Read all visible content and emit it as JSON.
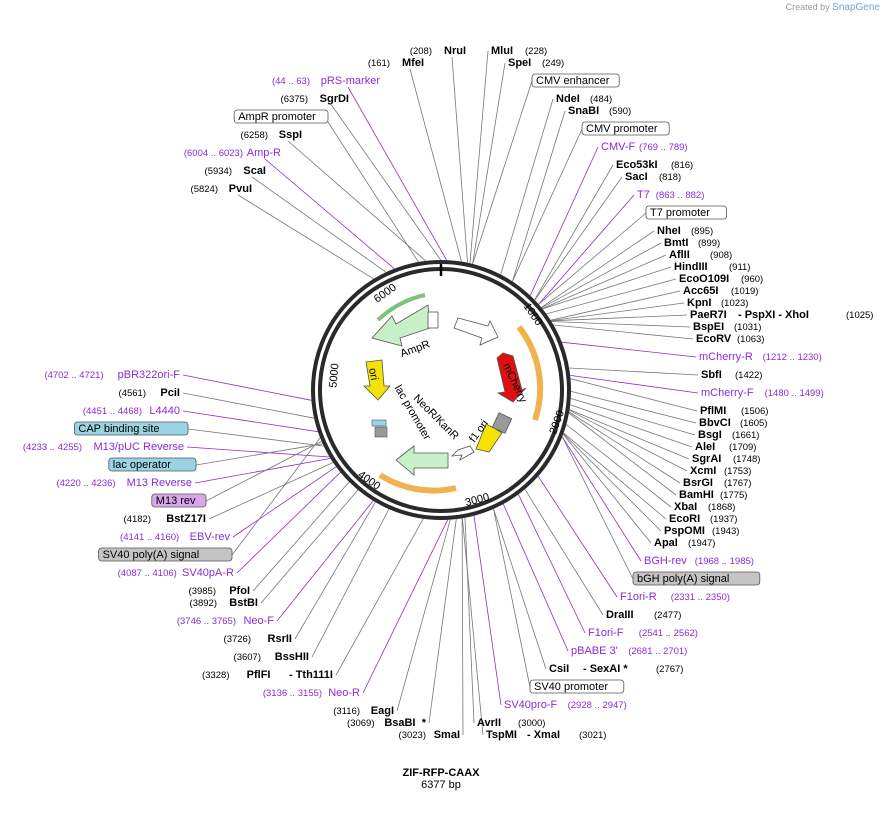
{
  "header": {
    "created_by": "Created by",
    "brand": "SnapGene"
  },
  "plasmid": {
    "name": "ZIF-RFP-CAAX",
    "size_label": "6377 bp",
    "length": 6377
  },
  "colors": {
    "enzyme": "#000000",
    "primer": "#8b2bd6",
    "ring": "#2a2a2a",
    "mcherry": "#e01010",
    "ori": "#f5e200",
    "resistance": "#c8f0c8",
    "promoter": "#ffffff",
    "primer_bind": "#f0a838"
  },
  "ticks": [
    "1000",
    "2000",
    "3000",
    "4000",
    "5000",
    "6000"
  ],
  "left_labels": [
    {
      "pos": "(4702 .. 4721)",
      "name": "pBR322ori-F",
      "kind": "primer"
    },
    {
      "pos": "(4561)",
      "name": "PciI",
      "kind": "enzyme"
    },
    {
      "pos": "(4451 .. 4468)",
      "name": "L4440",
      "kind": "primer"
    },
    {
      "pos": "",
      "name": "CAP binding site",
      "kind": "box-cyan"
    },
    {
      "pos": "(4233 .. 4255)",
      "name": "M13/pUC Reverse",
      "kind": "primer"
    },
    {
      "pos": "",
      "name": "lac operator",
      "kind": "box-cyan"
    },
    {
      "pos": "(4220 .. 4236)",
      "name": "M13 Reverse",
      "kind": "primer"
    },
    {
      "pos": "",
      "name": "M13 rev",
      "kind": "box-purple"
    },
    {
      "pos": "(4182)",
      "name": "BstZ17I",
      "kind": "enzyme"
    },
    {
      "pos": "(4141 .. 4160)",
      "name": "EBV-rev",
      "kind": "primer"
    },
    {
      "pos": "",
      "name": "SV40 poly(A) signal",
      "kind": "box-gray"
    },
    {
      "pos": "(4087 .. 4106)",
      "name": "SV40pA-R",
      "kind": "primer"
    },
    {
      "pos": "(3985)",
      "name": "PfoI",
      "kind": "enzyme"
    },
    {
      "pos": "(3892)",
      "name": "BstBI",
      "kind": "enzyme"
    },
    {
      "pos": "(3746 .. 3765)",
      "name": "Neo-F",
      "kind": "primer"
    },
    {
      "pos": "(3726)",
      "name": "RsrII",
      "kind": "enzyme"
    },
    {
      "pos": "(3607)",
      "name": "BssHII",
      "kind": "enzyme"
    },
    {
      "pos": "(3328)",
      "name": "PflFI",
      "extra": "- Tth111I",
      "kind": "enzyme"
    },
    {
      "pos": "(3136 .. 3155)",
      "name": "Neo-R",
      "kind": "primer"
    },
    {
      "pos": "(3116)",
      "name": "EagI",
      "kind": "enzyme"
    },
    {
      "pos": "(3069)",
      "name": "BsaBI",
      "extra": "*",
      "kind": "enzyme"
    },
    {
      "pos": "(3023)",
      "name": "SmaI",
      "kind": "enzyme"
    }
  ],
  "top_left_labels": [
    {
      "pos": "(208)",
      "name": "NruI",
      "kind": "enzyme"
    },
    {
      "pos": "(161)",
      "name": "MfeI",
      "kind": "enzyme"
    },
    {
      "pos": "(44 .. 63)",
      "name": "pRS-marker",
      "kind": "primer"
    },
    {
      "pos": "(6375)",
      "name": "SgrDI",
      "kind": "enzyme"
    },
    {
      "pos": "",
      "name": "AmpR promoter",
      "kind": "box-white"
    },
    {
      "pos": "(6258)",
      "name": "SspI",
      "kind": "enzyme"
    },
    {
      "pos": "(6004 .. 6023)",
      "name": "Amp-R",
      "kind": "primer"
    },
    {
      "pos": "(5934)",
      "name": "ScaI",
      "kind": "enzyme"
    },
    {
      "pos": "(5824)",
      "name": "PvuI",
      "kind": "enzyme"
    }
  ],
  "right_labels": [
    {
      "name": "MluI",
      "pos": "(228)",
      "kind": "enzyme"
    },
    {
      "name": "SpeI",
      "pos": "(249)",
      "kind": "enzyme"
    },
    {
      "name": "CMV enhancer",
      "pos": "",
      "kind": "box-white"
    },
    {
      "name": "NdeI",
      "pos": "(484)",
      "kind": "enzyme"
    },
    {
      "name": "SnaBI",
      "pos": "(590)",
      "kind": "enzyme"
    },
    {
      "name": "CMV promoter",
      "pos": "",
      "kind": "box-white"
    },
    {
      "name": "CMV-F",
      "pos": "(769 .. 789)",
      "kind": "primer"
    },
    {
      "name": "Eco53kI",
      "pos": "(816)",
      "kind": "enzyme"
    },
    {
      "name": "SacI",
      "pos": "(818)",
      "kind": "enzyme"
    },
    {
      "name": "T7",
      "pos": "(863 .. 882)",
      "kind": "primer"
    },
    {
      "name": "T7 promoter",
      "pos": "",
      "kind": "box-white"
    },
    {
      "name": "NheI",
      "pos": "(895)",
      "kind": "enzyme"
    },
    {
      "name": "BmtI",
      "pos": "(899)",
      "kind": "enzyme"
    },
    {
      "name": "AflII",
      "pos": "(908)",
      "kind": "enzyme"
    },
    {
      "name": "HindIII",
      "pos": "(911)",
      "kind": "enzyme"
    },
    {
      "name": "EcoO109I",
      "pos": "(960)",
      "kind": "enzyme"
    },
    {
      "name": "Acc65I",
      "pos": "(1019)",
      "kind": "enzyme"
    },
    {
      "name": "KpnI",
      "pos": "(1023)",
      "kind": "enzyme"
    },
    {
      "name": "PaeR7I",
      "extra": "- PspXI - XhoI",
      "pos": "(1025)",
      "kind": "enzyme"
    },
    {
      "name": "BspEI",
      "pos": "(1031)",
      "kind": "enzyme"
    },
    {
      "name": "EcoRV",
      "pos": "(1063)",
      "kind": "enzyme"
    },
    {
      "name": "mCherry-R",
      "pos": "(1212 .. 1230)",
      "kind": "primer"
    },
    {
      "name": "SbfI",
      "pos": "(1422)",
      "kind": "enzyme"
    },
    {
      "name": "mCherry-F",
      "pos": "(1480 .. 1499)",
      "kind": "primer"
    },
    {
      "name": "PflMI",
      "pos": "(1506)",
      "kind": "enzyme"
    },
    {
      "name": "BbvCI",
      "pos": "(1605)",
      "kind": "enzyme"
    },
    {
      "name": "BsgI",
      "pos": "(1661)",
      "kind": "enzyme"
    },
    {
      "name": "AleI",
      "pos": "(1709)",
      "kind": "enzyme"
    },
    {
      "name": "SgrAI",
      "pos": "(1748)",
      "kind": "enzyme"
    },
    {
      "name": "XcmI",
      "pos": "(1753)",
      "kind": "enzyme"
    },
    {
      "name": "BsrGI",
      "pos": "(1767)",
      "kind": "enzyme"
    },
    {
      "name": "BamHI",
      "pos": "(1775)",
      "kind": "enzyme"
    },
    {
      "name": "XbaI",
      "pos": "(1868)",
      "kind": "enzyme"
    },
    {
      "name": "EcoRI",
      "pos": "(1937)",
      "kind": "enzyme"
    },
    {
      "name": "PspOMI",
      "pos": "(1943)",
      "kind": "enzyme"
    },
    {
      "name": "ApaI",
      "pos": "(1947)",
      "kind": "enzyme"
    },
    {
      "name": "BGH-rev",
      "pos": "(1968 .. 1985)",
      "kind": "primer"
    },
    {
      "name": "bGH poly(A) signal",
      "pos": "",
      "kind": "box-gray"
    },
    {
      "name": "F1ori-R",
      "pos": "(2331 .. 2350)",
      "kind": "primer"
    },
    {
      "name": "DraIII",
      "pos": "(2477)",
      "kind": "enzyme"
    },
    {
      "name": "F1ori-F",
      "pos": "(2541 .. 2562)",
      "kind": "primer"
    },
    {
      "name": "pBABE 3'",
      "pos": "(2681 .. 2701)",
      "kind": "primer"
    },
    {
      "name": "CsiI",
      "extra": "- SexAI *",
      "pos": "(2767)",
      "kind": "enzyme"
    },
    {
      "name": "SV40 promoter",
      "pos": "",
      "kind": "box-white"
    },
    {
      "name": "SV40pro-F",
      "pos": "(2928 .. 2947)",
      "kind": "primer"
    },
    {
      "name": "AvrII",
      "pos": "(3000)",
      "kind": "enzyme"
    },
    {
      "name": "TspMI",
      "extra": "- XmaI",
      "pos": "(3021)",
      "kind": "enzyme"
    }
  ],
  "features": [
    {
      "name": "AmpR"
    },
    {
      "name": "ori"
    },
    {
      "name": "lac promoter"
    },
    {
      "name": "NeoR/KanR"
    },
    {
      "name": "f1 ori"
    },
    {
      "name": "mCherry"
    }
  ]
}
